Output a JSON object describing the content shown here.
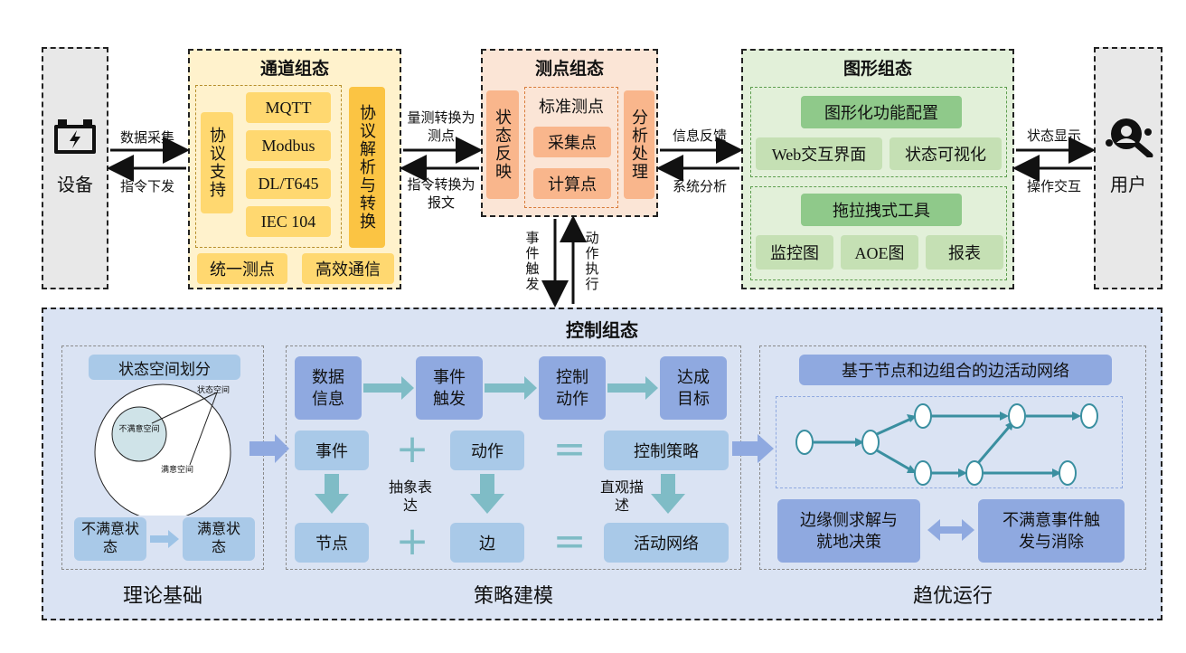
{
  "device": {
    "label": "设备"
  },
  "user": {
    "label": "用户"
  },
  "channel": {
    "title": "通道组态",
    "protocol_support": "协议支持",
    "protocols": [
      "MQTT",
      "Modbus",
      "DL/T645",
      "IEC 104"
    ],
    "parse_convert": "协议解析与转换",
    "unified_points": "统一测点",
    "efficient_comm": "高效通信"
  },
  "point": {
    "title": "测点组态",
    "state_feedback": "状态反映",
    "standard_points": "标准测点",
    "collect_points": "采集点",
    "calc_points": "计算点",
    "analysis": "分析处理"
  },
  "graphic": {
    "title": "图形组态",
    "func_config": "图形化功能配置",
    "web_ui": "Web交互界面",
    "state_visual": "状态可视化",
    "drag_tool": "拖拉拽式工具",
    "monitor": "监控图",
    "aoe": "AOE图",
    "report": "报表"
  },
  "arrows": {
    "data_collect": "数据采集",
    "cmd_send": "指令下发",
    "meas_convert": "量测转换为测点",
    "cmd_convert": "指令转换为报文",
    "info_feedback": "信息反馈",
    "sys_analysis": "系统分析",
    "state_display": "状态显示",
    "op_interact": "操作交互",
    "event_trigger": "事件触发",
    "action_exec": "动作执行"
  },
  "control": {
    "title": "控制组态",
    "theory": {
      "caption": "理论基础",
      "heading": "状态空间划分",
      "state_space": "状态空间",
      "unsat_space": "不满意空间",
      "sat_space": "满意空间",
      "unsat_state": "不满意状态",
      "sat_state": "满意状态"
    },
    "strategy": {
      "caption": "策略建模",
      "flow": [
        "数据信息",
        "事件触发",
        "控制动作",
        "达成目标"
      ],
      "event": "事件",
      "action": "动作",
      "policy": "控制策略",
      "node": "节点",
      "edge": "边",
      "network": "活动网络",
      "abstract": "抽象表达",
      "intuitive": "直观描述",
      "plus": "+",
      "equals": "="
    },
    "optimal": {
      "caption": "趋优运行",
      "heading": "基于节点和边组合的边活动网络",
      "edge_solve": "边缘侧求解与就地决策",
      "unsat_event": "不满意事件触发与消除"
    }
  },
  "colors": {
    "yellow_bg": "#fff2cc",
    "orange_bg": "#fbe5d6",
    "green_bg": "#e2f0d9",
    "blue_bg": "#dae3f3",
    "arrow_teal": "#5fb3be",
    "network_teal": "#3a8fa0"
  }
}
